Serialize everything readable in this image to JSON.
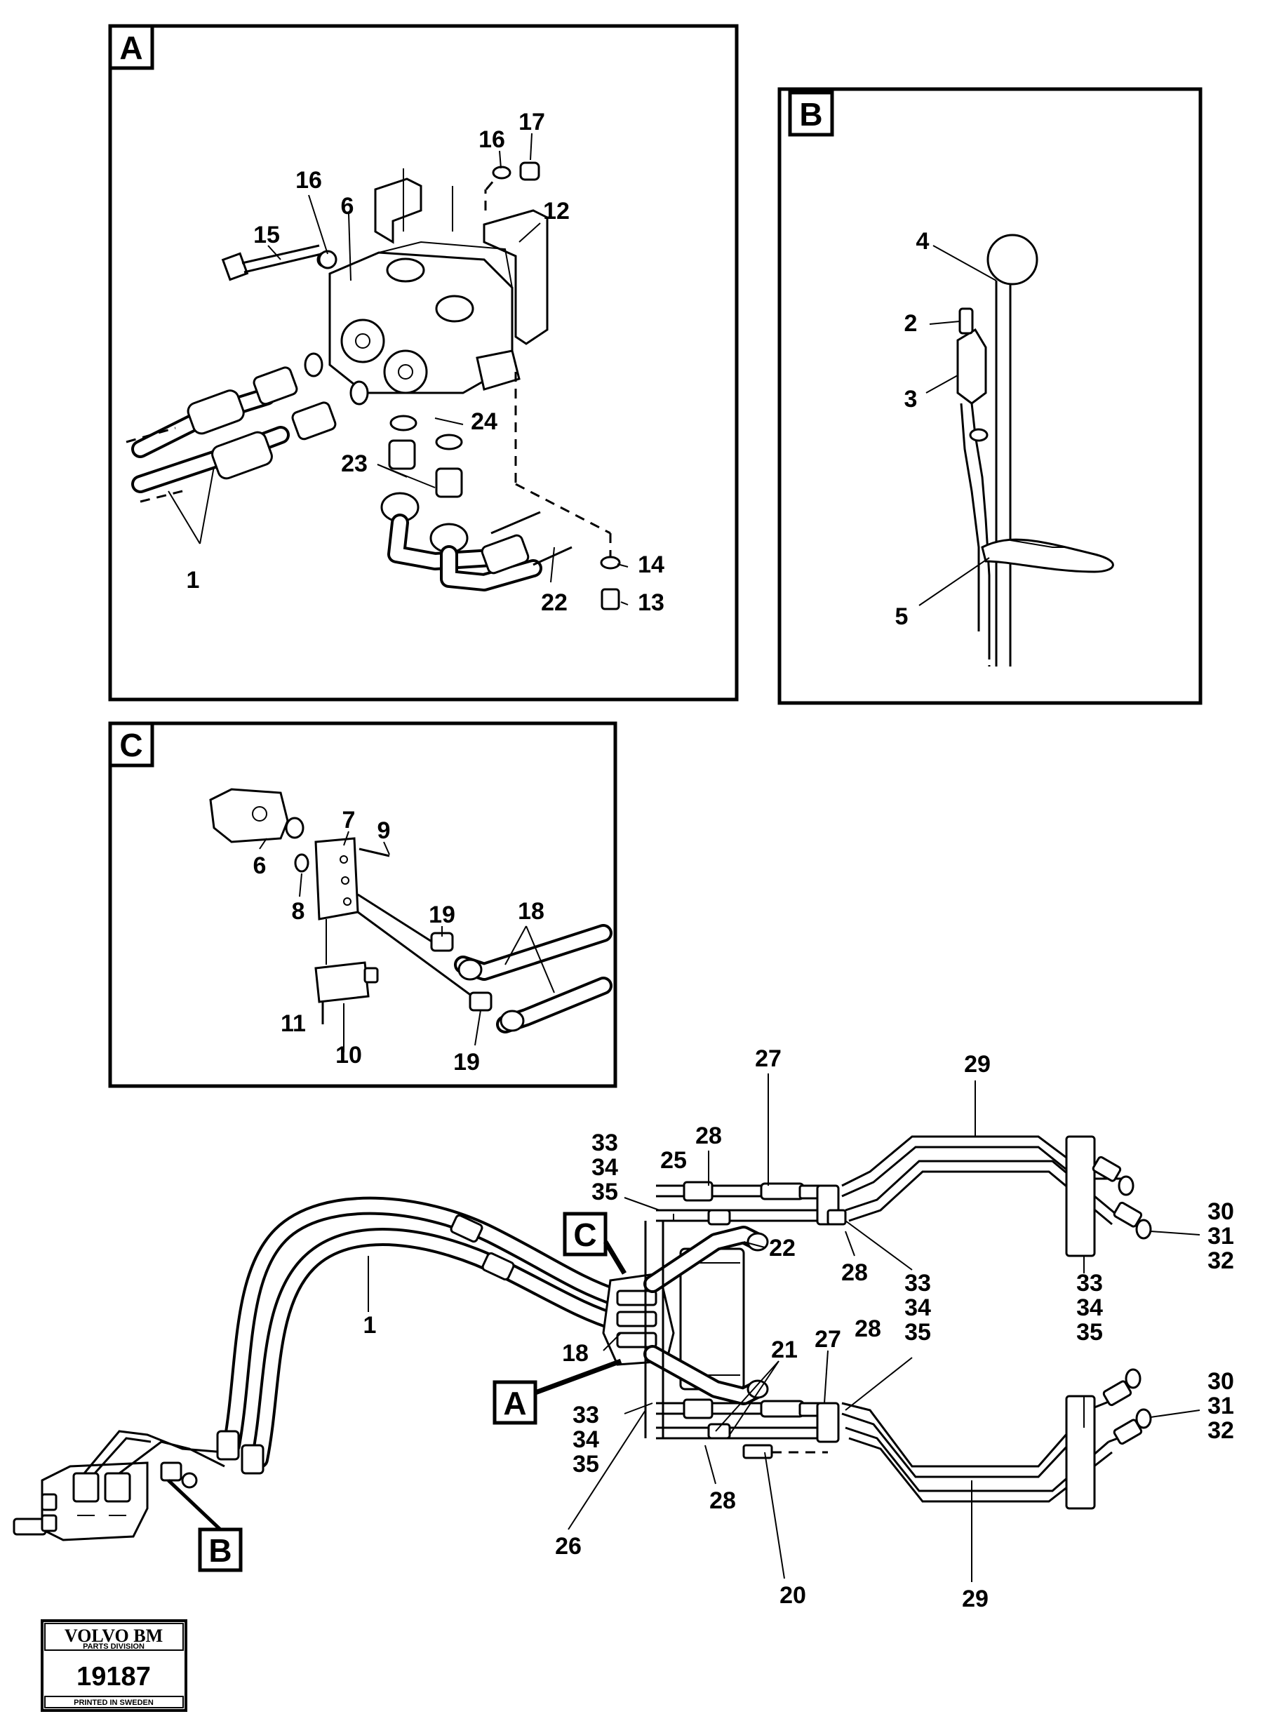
{
  "panels": {
    "A": {
      "tag": "A"
    },
    "B": {
      "tag": "B"
    },
    "C": {
      "tag": "C"
    }
  },
  "callouts": {
    "A": [
      "16",
      "17",
      "16",
      "12",
      "6",
      "15",
      "24",
      "23",
      "1",
      "14",
      "22",
      "13"
    ],
    "B": [
      "4",
      "2",
      "3",
      "5"
    ],
    "C": [
      "7",
      "9",
      "6",
      "8",
      "19",
      "18",
      "11",
      "10",
      "19"
    ],
    "main": [
      "27",
      "29",
      "28",
      "25",
      "33",
      "34",
      "35",
      "22",
      "28",
      "33",
      "34",
      "35",
      "33",
      "34",
      "35",
      "30",
      "31",
      "32",
      "1",
      "18",
      "21",
      "27",
      "28",
      "33",
      "34",
      "35",
      "28",
      "26",
      "20",
      "29",
      "30",
      "31",
      "32"
    ]
  },
  "main_tags": {
    "C": "C",
    "A": "A",
    "B": "B"
  },
  "logo": {
    "brand": "VOLVO BM",
    "division": "PARTS DIVISION",
    "number": "19187",
    "printed": "PRINTED IN SWEDEN"
  }
}
